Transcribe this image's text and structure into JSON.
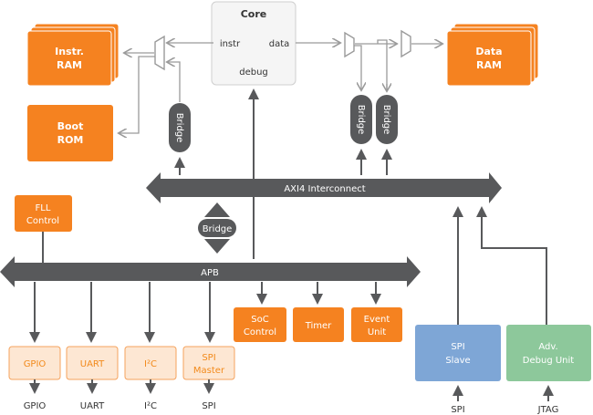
{
  "core": {
    "title": "Core",
    "instr": "instr",
    "data": "data",
    "debug": "debug"
  },
  "memories": {
    "instr_ram": [
      "Instr.",
      "RAM"
    ],
    "boot_rom": [
      "Boot",
      "ROM"
    ],
    "data_ram": [
      "Data",
      "RAM"
    ]
  },
  "bridges": {
    "vertical": "Bridge",
    "diamond": "Bridge"
  },
  "buses": {
    "axi": "AXI4 Interconnect",
    "apb": "APB"
  },
  "fll": [
    "FLL",
    "Control"
  ],
  "apb_periphs": {
    "soc": [
      "SoC",
      "Control"
    ],
    "timer": "Timer",
    "event": [
      "Event",
      "Unit"
    ]
  },
  "io_periphs": {
    "gpio": "GPIO",
    "uart": "UART",
    "i2c": "I²C",
    "spi_master": [
      "SPI",
      "Master"
    ]
  },
  "io_labels": {
    "gpio": "GPIO",
    "uart": "UART",
    "i2c": "I²C",
    "spi": "SPI"
  },
  "spi_slave": [
    "SPI",
    "Slave"
  ],
  "debug_unit": [
    "Adv.",
    "Debug Unit"
  ],
  "ext_labels": {
    "spi": "SPI",
    "jtag": "JTAG"
  },
  "colors": {
    "orange": "#f58220",
    "dark": "#58595b",
    "gray_line": "#9a9a9a",
    "blue": "#7ea6d6",
    "green": "#8dc89b",
    "core_bg": "#f5f5f5"
  }
}
